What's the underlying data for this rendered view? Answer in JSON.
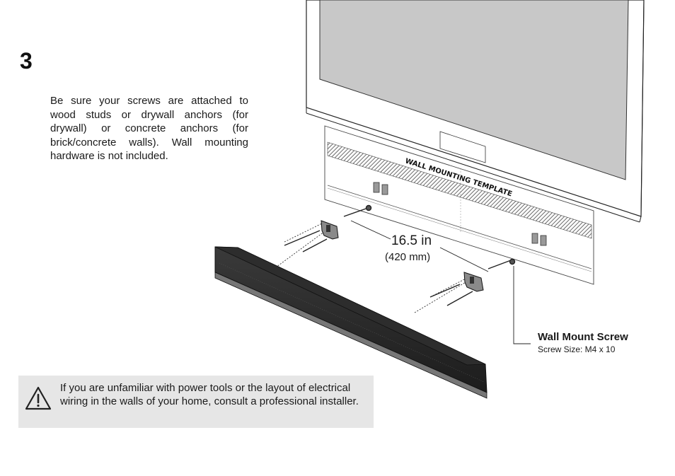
{
  "step": {
    "number": "3"
  },
  "instructions": {
    "text": "Be sure your screws are attached to wood studs or drywall anchors (for drywall) or concrete anchors (for brick/concrete walls). Wall mounting hardware is not included."
  },
  "illustration": {
    "template_label": "WALL MOUNTING TEMPLATE",
    "dimension_primary": "16.5 in",
    "dimension_secondary": "(420 mm)",
    "callout_title": "Wall Mount Screw",
    "callout_subtitle": "Screw Size: M4 x 10"
  },
  "warning": {
    "icon": "warning-triangle-icon",
    "text": "If you are unfamiliar with power tools or the layout of electrical wiring in the walls of your home, consult a professional installer."
  }
}
